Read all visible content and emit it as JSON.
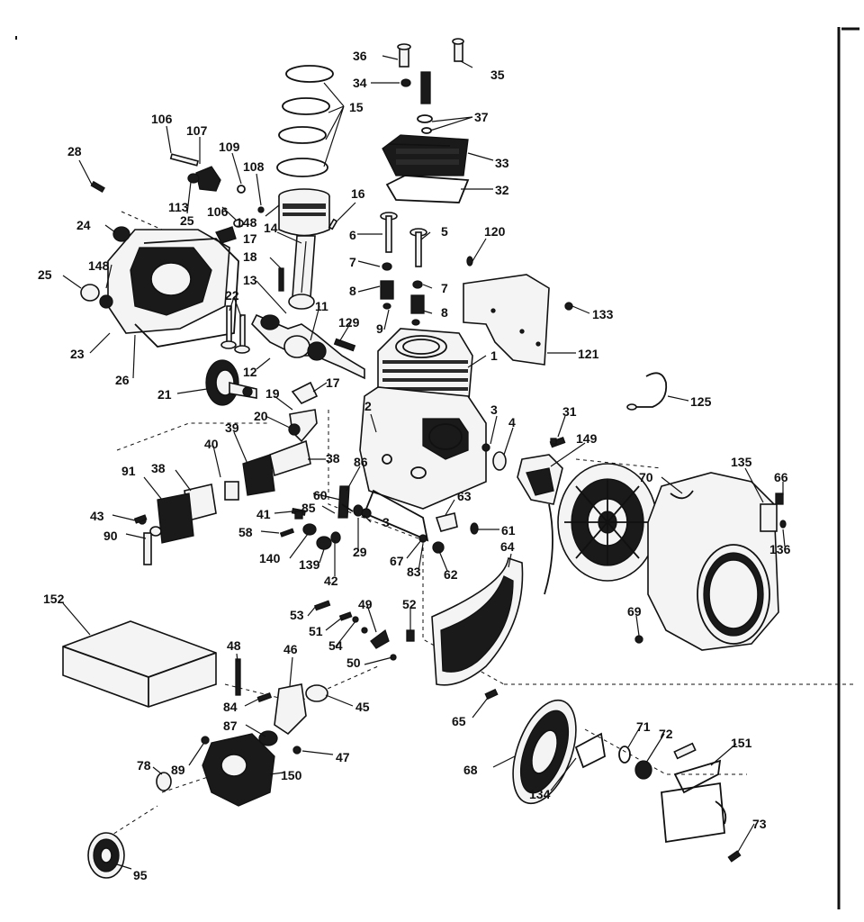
{
  "callouts": [
    "36",
    "35",
    "34",
    "37",
    "33",
    "32",
    "15",
    "106",
    "107",
    "109",
    "108",
    "28",
    "16",
    "113",
    "106",
    "148",
    "25",
    "14",
    "24",
    "17",
    "6",
    "5",
    "120",
    "7",
    "7",
    "18",
    "148",
    "25",
    "8",
    "8",
    "133",
    "13",
    "22",
    "11",
    "9",
    "129",
    "121",
    "23",
    "26",
    "1",
    "17",
    "12",
    "125",
    "21",
    "19",
    "2",
    "3",
    "4",
    "31",
    "20",
    "149",
    "39",
    "38",
    "40",
    "86",
    "70",
    "135",
    "66",
    "91",
    "38",
    "60",
    "63",
    "43",
    "41",
    "85",
    "3",
    "61",
    "90",
    "58",
    "140",
    "139",
    "29",
    "67",
    "83",
    "62",
    "136",
    "42",
    "64",
    "152",
    "53",
    "49",
    "52",
    "69",
    "51",
    "54",
    "48",
    "50",
    "46",
    "45",
    "84",
    "65",
    "87",
    "71",
    "72",
    "151",
    "89",
    "47",
    "78",
    "150",
    "68",
    "134",
    "73",
    "95"
  ]
}
